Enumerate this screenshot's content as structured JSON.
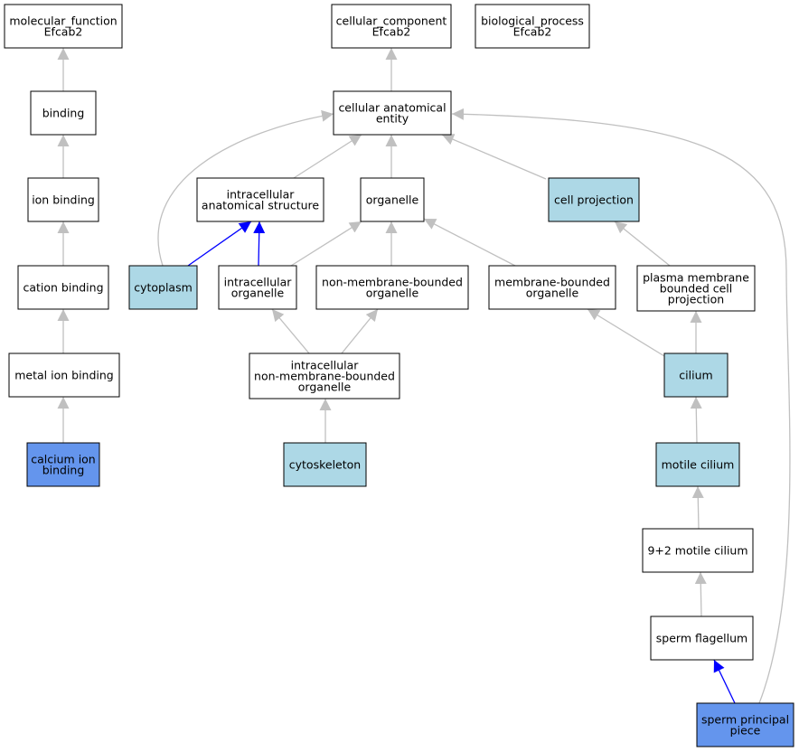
{
  "colors": {
    "node_default": "#ffffff",
    "node_light": "#add8e6",
    "node_annotated": "#6495ed",
    "edge_gray": "#c0c0c0",
    "edge_blue": "#0000ff"
  },
  "nodes": [
    {
      "id": "molecular_function",
      "lines": [
        "molecular_function",
        "Efcab2"
      ],
      "fill": "default"
    },
    {
      "id": "cellular_component",
      "lines": [
        "cellular_component",
        "Efcab2"
      ],
      "fill": "default"
    },
    {
      "id": "biological_process",
      "lines": [
        "biological_process",
        "Efcab2"
      ],
      "fill": "default"
    },
    {
      "id": "binding",
      "lines": [
        "binding"
      ],
      "fill": "default"
    },
    {
      "id": "cellular_anatomical_entity",
      "lines": [
        "cellular anatomical",
        "entity"
      ],
      "fill": "default"
    },
    {
      "id": "ion_binding",
      "lines": [
        "ion binding"
      ],
      "fill": "default"
    },
    {
      "id": "intracellular_anatomical_structure",
      "lines": [
        "intracellular",
        "anatomical structure"
      ],
      "fill": "default"
    },
    {
      "id": "organelle",
      "lines": [
        "organelle"
      ],
      "fill": "default"
    },
    {
      "id": "cell_projection",
      "lines": [
        "cell projection"
      ],
      "fill": "light"
    },
    {
      "id": "cation_binding",
      "lines": [
        "cation binding"
      ],
      "fill": "default"
    },
    {
      "id": "cytoplasm",
      "lines": [
        "cytoplasm"
      ],
      "fill": "light"
    },
    {
      "id": "intracellular_organelle",
      "lines": [
        "intracellular",
        "organelle"
      ],
      "fill": "default"
    },
    {
      "id": "non_membrane_bounded_organelle",
      "lines": [
        "non-membrane-bounded",
        "organelle"
      ],
      "fill": "default"
    },
    {
      "id": "membrane_bounded_organelle",
      "lines": [
        "membrane-bounded",
        "organelle"
      ],
      "fill": "default"
    },
    {
      "id": "plasma_membrane_bounded_cell_projection",
      "lines": [
        "plasma membrane",
        "bounded cell",
        "projection"
      ],
      "fill": "default"
    },
    {
      "id": "metal_ion_binding",
      "lines": [
        "metal ion binding"
      ],
      "fill": "default"
    },
    {
      "id": "intracellular_non_membrane_bounded_organelle",
      "lines": [
        "intracellular",
        "non-membrane-bounded",
        "organelle"
      ],
      "fill": "default"
    },
    {
      "id": "cilium",
      "lines": [
        "cilium"
      ],
      "fill": "light"
    },
    {
      "id": "calcium_ion_binding",
      "lines": [
        "calcium ion",
        "binding"
      ],
      "fill": "annotated"
    },
    {
      "id": "cytoskeleton",
      "lines": [
        "cytoskeleton"
      ],
      "fill": "light"
    },
    {
      "id": "motile_cilium",
      "lines": [
        "motile cilium"
      ],
      "fill": "light"
    },
    {
      "id": "nine_plus_two_motile_cilium",
      "lines": [
        "9+2 motile cilium"
      ],
      "fill": "default"
    },
    {
      "id": "sperm_flagellum",
      "lines": [
        "sperm flagellum"
      ],
      "fill": "default"
    },
    {
      "id": "sperm_principal_piece",
      "lines": [
        "sperm principal",
        "piece"
      ],
      "fill": "annotated"
    }
  ],
  "edges": [
    {
      "from": "binding",
      "to": "molecular_function",
      "color": "gray"
    },
    {
      "from": "ion_binding",
      "to": "binding",
      "color": "gray"
    },
    {
      "from": "cation_binding",
      "to": "ion_binding",
      "color": "gray"
    },
    {
      "from": "metal_ion_binding",
      "to": "cation_binding",
      "color": "gray"
    },
    {
      "from": "calcium_ion_binding",
      "to": "metal_ion_binding",
      "color": "gray"
    },
    {
      "from": "cellular_anatomical_entity",
      "to": "cellular_component",
      "color": "gray"
    },
    {
      "from": "intracellular_anatomical_structure",
      "to": "cellular_anatomical_entity",
      "color": "gray"
    },
    {
      "from": "organelle",
      "to": "cellular_anatomical_entity",
      "color": "gray"
    },
    {
      "from": "cell_projection",
      "to": "cellular_anatomical_entity",
      "color": "gray"
    },
    {
      "from": "cytoplasm",
      "to": "cellular_anatomical_entity",
      "color": "gray"
    },
    {
      "from": "sperm_principal_piece",
      "to": "cellular_anatomical_entity",
      "color": "gray"
    },
    {
      "from": "cytoplasm",
      "to": "intracellular_anatomical_structure",
      "color": "blue"
    },
    {
      "from": "intracellular_organelle",
      "to": "intracellular_anatomical_structure",
      "color": "blue"
    },
    {
      "from": "intracellular_organelle",
      "to": "organelle",
      "color": "gray"
    },
    {
      "from": "non_membrane_bounded_organelle",
      "to": "organelle",
      "color": "gray"
    },
    {
      "from": "membrane_bounded_organelle",
      "to": "organelle",
      "color": "gray"
    },
    {
      "from": "plasma_membrane_bounded_cell_projection",
      "to": "cell_projection",
      "color": "gray"
    },
    {
      "from": "intracellular_non_membrane_bounded_organelle",
      "to": "intracellular_organelle",
      "color": "gray"
    },
    {
      "from": "intracellular_non_membrane_bounded_organelle",
      "to": "non_membrane_bounded_organelle",
      "color": "gray"
    },
    {
      "from": "cytoskeleton",
      "to": "intracellular_non_membrane_bounded_organelle",
      "color": "gray"
    },
    {
      "from": "cilium",
      "to": "membrane_bounded_organelle",
      "color": "gray"
    },
    {
      "from": "cilium",
      "to": "plasma_membrane_bounded_cell_projection",
      "color": "gray"
    },
    {
      "from": "motile_cilium",
      "to": "cilium",
      "color": "gray"
    },
    {
      "from": "nine_plus_two_motile_cilium",
      "to": "motile_cilium",
      "color": "gray"
    },
    {
      "from": "sperm_flagellum",
      "to": "nine_plus_two_motile_cilium",
      "color": "gray"
    },
    {
      "from": "sperm_principal_piece",
      "to": "sperm_flagellum",
      "color": "blue"
    }
  ]
}
